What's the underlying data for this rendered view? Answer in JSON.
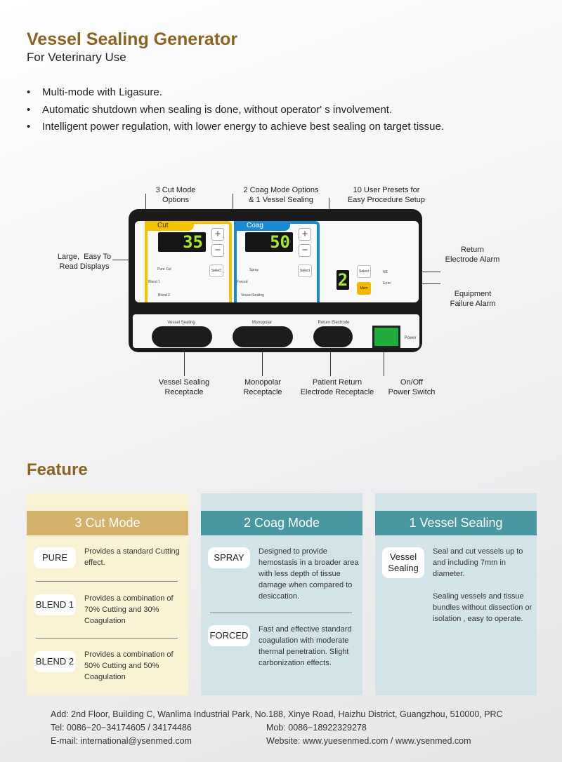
{
  "header": {
    "title": "Vessel Sealing Generator",
    "subtitle": "For Veterinary Use"
  },
  "bullets": [
    "Multi-mode with Ligasure.",
    "Automatic shutdown when sealing is done, without operator' s involvement.",
    "Intelligent power regulation, with lower energy to achieve best sealing on target tissue."
  ],
  "bullet_char": "•",
  "callouts": {
    "cut_modes": "3 Cut Mode\nOptions",
    "coag_modes": "2 Coag Mode Options\n& 1 Vessel Sealing",
    "presets": "10 User Presets for\nEasy Procedure Setup",
    "displays": "Large,  Easy To\nRead Displays",
    "return_alarm": "Return\nElectrode Alarm",
    "failure_alarm": "Equipment\nFailure Alarm",
    "vs_receptacle": "Vessel Sealing\nReceptacle",
    "mono_receptacle": "Monopolar\nReceptacle",
    "return_receptacle": "Patient Return\nElectrode Receptacle",
    "power_switch": "On/Off\nPower Switch"
  },
  "device": {
    "cut": {
      "label": "Cut",
      "value": "35",
      "modes": [
        "Pure Cut",
        "Blend 1",
        "Blend 2"
      ],
      "color": "#f5c400"
    },
    "coag": {
      "label": "Coag",
      "value": "50",
      "modes": [
        "Spray",
        "Forced",
        "Vessel Sealing"
      ],
      "color": "#1a8bd0"
    },
    "plus": "+",
    "minus": "−",
    "select": "Select",
    "preset_value": "2",
    "mem": "Mem",
    "ne": "NE",
    "error": "Error",
    "receptacles": [
      "Vessel Sealing",
      "Monopolar",
      "Return Electrode"
    ],
    "power": "Power"
  },
  "feature": {
    "title": "Feature",
    "columns": [
      {
        "title": "3 Cut Mode",
        "header_color": "#d4b16b",
        "bg": "#faf3d3",
        "items": [
          {
            "tag": "PURE",
            "desc": "Provides a standard Cutting effect."
          },
          {
            "tag": "BLEND 1",
            "desc": "Provides a combination of 70% Cutting and 30% Coagulation"
          },
          {
            "tag": "BLEND 2",
            "desc": "Provides a combination of 50% Cutting and 50% Coagulation"
          }
        ]
      },
      {
        "title": "2 Coag Mode",
        "header_color": "#4897a1",
        "bg": "#d3e4e8",
        "items": [
          {
            "tag": "SPRAY",
            "desc": "Designed to provide hemostasis in a broader area with less depth of tissue damage when compared to desiccation."
          },
          {
            "tag": "FORCED",
            "desc": "Fast and effective standard coagulation with moderate thermal penetration. Slight carbonization effects."
          }
        ]
      },
      {
        "title": "1 Vessel Sealing",
        "header_color": "#4897a1",
        "bg": "#d3e4e8",
        "items": [
          {
            "tag": "Vessel Sealing",
            "desc": "Seal and cut vessels up to and including 7mm in diameter.",
            "desc2": "Sealing vessels and tissue bundles without dissection or isolation , easy to operate."
          }
        ]
      }
    ]
  },
  "footer": {
    "address": "Add: 2nd Floor, Building C, Wanlima Industrial Park, No.188, Xinye Road, Haizhu District, Guangzhou, 510000, PRC",
    "tel": "Tel: 0086−20−34174605 / 34174486",
    "mob": "Mob: 0086−18922329278",
    "email": "E-mail: international@ysenmed.com",
    "website": "Website: www.yuesenmed.com / www.ysenmed.com"
  }
}
